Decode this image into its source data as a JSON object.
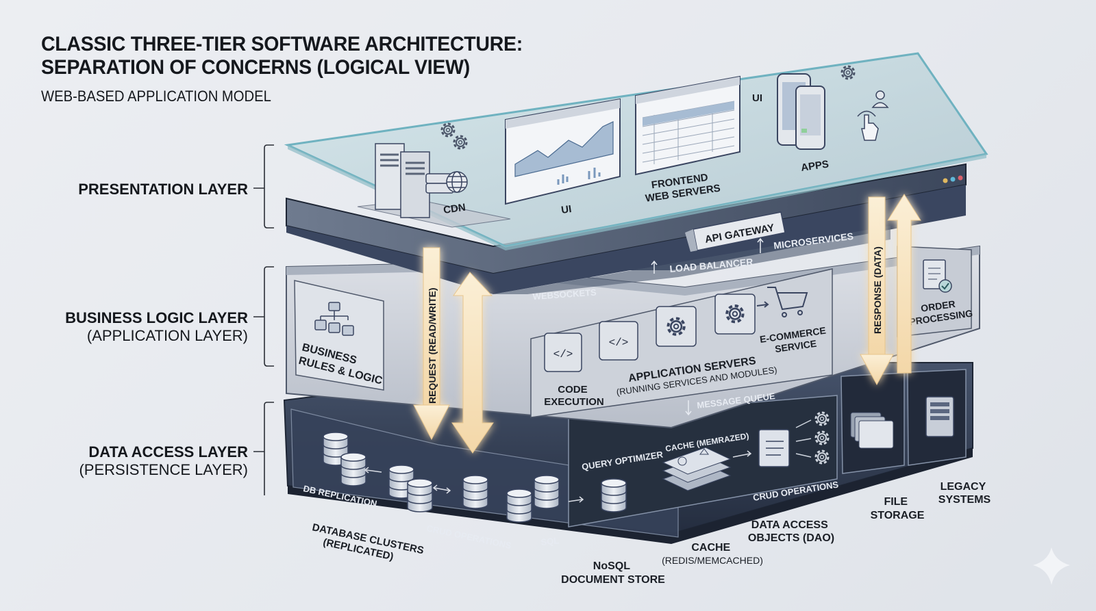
{
  "header": {
    "title_line1": "CLASSIC THREE-TIER SOFTWARE ARCHITECTURE:",
    "title_line2": "SEPARATION OF CONCERNS (LOGICAL VIEW)",
    "subtitle": "WEB-BASED APPLICATION MODEL"
  },
  "layers": [
    {
      "name": "PRESENTATION LAYER",
      "subtitle": ""
    },
    {
      "name": "BUSINESS LOGIC LAYER",
      "subtitle": "(APPLICATION LAYER)"
    },
    {
      "name": "DATA ACCESS LAYER",
      "subtitle": "(PERSISTENCE LAYER)"
    }
  ],
  "presentation": {
    "cdn": "CDN",
    "ui_browser": "UI",
    "frontend_line1": "FRONTEND",
    "frontend_line2": "WEB SERVERS",
    "ui_label": "UI",
    "apps": "APPS",
    "api_gateway": "API GATEWAY"
  },
  "business": {
    "load_balancer": "LOAD BALANCER",
    "microservices": "MICROSERVICES",
    "websockets": "WEBSOCKETS",
    "rules_line1": "BUSINESS",
    "rules_line2": "RULES & LOGIC",
    "code_line1": "CODE",
    "code_line2": "EXECUTION",
    "app_servers_line1": "APPLICATION SERVERS",
    "app_servers_line2": "(RUNNING SERVICES AND MODULES)",
    "ecommerce_line1": "E-COMMERCE",
    "ecommerce_line2": "SERVICE",
    "order_line1": "ORDER",
    "order_line2": "PROCESSING",
    "message_queue": "MESSAGE QUEUE"
  },
  "data_access": {
    "db_replication": "DB REPLICATION",
    "crud_ops_1": "CRUD OPERATIONS",
    "sql": "SQL",
    "query_optimizer": "QUERY OPTIMIZER",
    "cache_inner": "CACHE (MEMRAZED)",
    "crud_ops_2": "CRUD OPERATIONS",
    "db_clusters_line1": "DATABASE CLUSTERS",
    "db_clusters_line2": "(REPLICATED)",
    "nosql_line1": "NoSQL",
    "nosql_line2": "DOCUMENT STORE",
    "cache_line1": "CACHE",
    "cache_line2": "(REDIS/MEMCACHED)",
    "dao_line1": "DATA ACCESS",
    "dao_line2": "OBJECTS (DAO)",
    "file_line1": "FILE",
    "file_line2": "STORAGE",
    "legacy_line1": "LEGACY",
    "legacy_line2": "SYSTEMS"
  },
  "flows": {
    "request": "REQUEST (READ/WRITE)",
    "response": "RESPONSE (DATA)"
  },
  "colors": {
    "glass": "#bcd6dc",
    "dark_slab": "#2f3b52",
    "mid_slab": "#c9ced7",
    "arrow_glow": "#f7e2bd",
    "accent_dots": [
      "#e0b860",
      "#5fb8d8",
      "#d9606a"
    ]
  }
}
